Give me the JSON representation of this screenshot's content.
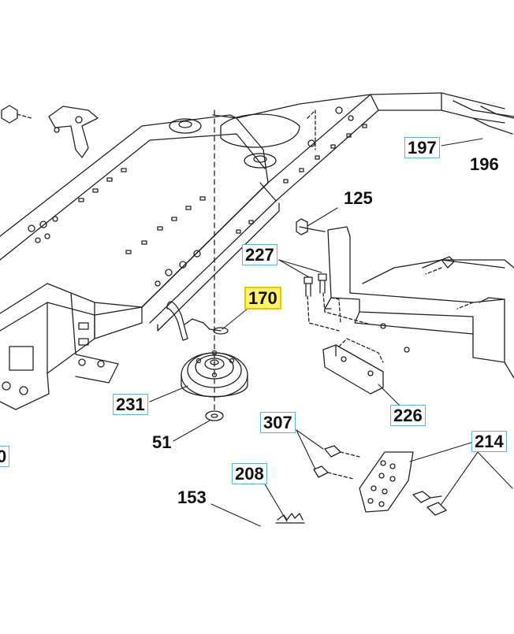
{
  "diagram": {
    "callouts": [
      {
        "id": "c197",
        "label": "197",
        "style": "boxed"
      },
      {
        "id": "c196",
        "label": "196",
        "style": "plain"
      },
      {
        "id": "c125",
        "label": "125",
        "style": "plain"
      },
      {
        "id": "c227",
        "label": "227",
        "style": "boxed"
      },
      {
        "id": "c170",
        "label": "170",
        "style": "highlight"
      },
      {
        "id": "c231",
        "label": "231",
        "style": "boxed"
      },
      {
        "id": "c51",
        "label": "51",
        "style": "plain"
      },
      {
        "id": "c307",
        "label": "307",
        "style": "boxed"
      },
      {
        "id": "c226",
        "label": "226",
        "style": "boxed"
      },
      {
        "id": "c214",
        "label": "214",
        "style": "boxed"
      },
      {
        "id": "c208",
        "label": "208",
        "style": "boxed"
      },
      {
        "id": "c153",
        "label": "153",
        "style": "plain"
      },
      {
        "id": "c0",
        "label": "0",
        "style": "boxed"
      }
    ],
    "colors": {
      "line": "#222222",
      "callout_box": "#5fb6d6",
      "highlight": "#fff36b"
    }
  }
}
